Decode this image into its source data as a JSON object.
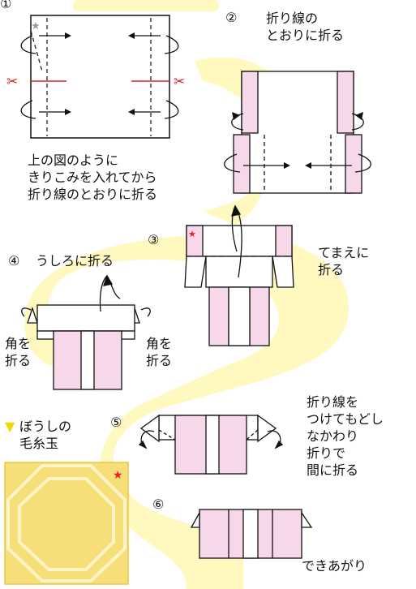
{
  "steps": {
    "s1_num": "①",
    "s1_text": "上の図のように\nきりこみを入れてから\n折り線のとおりに折る",
    "s2_num": "②",
    "s2_text": "折り線の\nとおりに折る",
    "s3_num": "③",
    "s3_text": "てまえに\n折る",
    "s4_num": "④",
    "s4_text": "うしろに折る",
    "s4_left": "角を\n折る",
    "s4_right": "角を\n折る",
    "s5_num": "⑤",
    "s5_text": "折り線を\nつけてもどし\nなかわり\n折りで\n間に折る",
    "s6_num": "⑥",
    "s6_text": "できあがり"
  },
  "hat": {
    "marker": "▼",
    "label": "ぼうしの\n毛糸玉"
  },
  "colors": {
    "pink": "#f7d7ea",
    "yellow_path": "#fff9c0",
    "hat": "#f6de78",
    "hat_star": "#ee1c24",
    "mark": "#f1d800",
    "cut": "#e0202a"
  }
}
